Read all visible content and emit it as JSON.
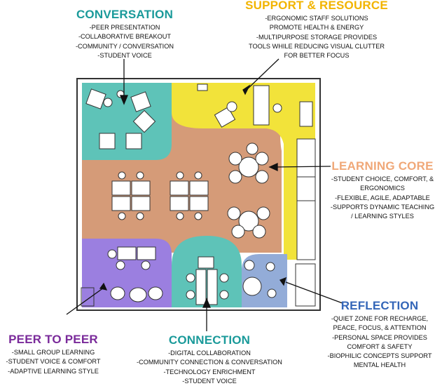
{
  "zones": {
    "conversation": {
      "title": "CONVERSATION",
      "color": "#1a9a9a",
      "items": [
        "-PEER PRESENTATION",
        "-COLLABORATIVE BREAKOUT",
        "-COMMUNITY / CONVERSATION",
        "-STUDENT VOICE"
      ]
    },
    "support": {
      "title": "SUPPORT & RESOURCE",
      "color": "#f2b400",
      "items": [
        "-ERGONOMIC STAFF SOLUTIONS",
        "PROMOTE HEALTH & ENERGY",
        "-MULTIPURPOSE STORAGE PROVIDES",
        "TOOLS WHILE REDUCING VISUAL CLUTTER",
        "FOR BETTER FOCUS"
      ]
    },
    "learning_core": {
      "title": "LEARNING CORE",
      "color": "#f0a878",
      "items": [
        "-STUDENT CHOICE, COMFORT, &",
        "ERGONOMICS",
        "-FLEXIBLE, AGILE, ADAPTABLE",
        "-SUPPORTS DYNAMIC TEACHING",
        "/ LEARNING STYLES"
      ]
    },
    "reflection": {
      "title": "REFLECTION",
      "color": "#3466b8",
      "items": [
        "-QUIET ZONE FOR RECHARGE,",
        "PEACE, FOCUS, & ATTENTION",
        "-PERSONAL SPACE PROVIDES",
        "COMFORT & SAFETY",
        "-BIOPHILIC CONCEPTS SUPPORT",
        "MENTAL HEALTH"
      ]
    },
    "peer": {
      "title": "PEER TO PEER",
      "color": "#7a2a9a",
      "items": [
        "-SMALL GROUP LEARNING",
        "-STUDENT VOICE & COMFORT",
        "-ADAPTIVE LEARNING STYLE"
      ]
    },
    "connection": {
      "title": "CONNECTION",
      "color": "#1a9a9a",
      "items": [
        "-DIGITAL COLLABORATION",
        "-COMMUNITY CONNECTION & CONVERSATION",
        "-TECHNOLOGY ENRICHMENT",
        "-STUDENT VOICE"
      ]
    }
  },
  "fills": {
    "conversation": "#5ec3b8",
    "support": "#f2e33a",
    "core": "#d59b78",
    "peer": "#9b7fe0",
    "connection": "#5ec3b8",
    "reflection": "#93acd8"
  }
}
